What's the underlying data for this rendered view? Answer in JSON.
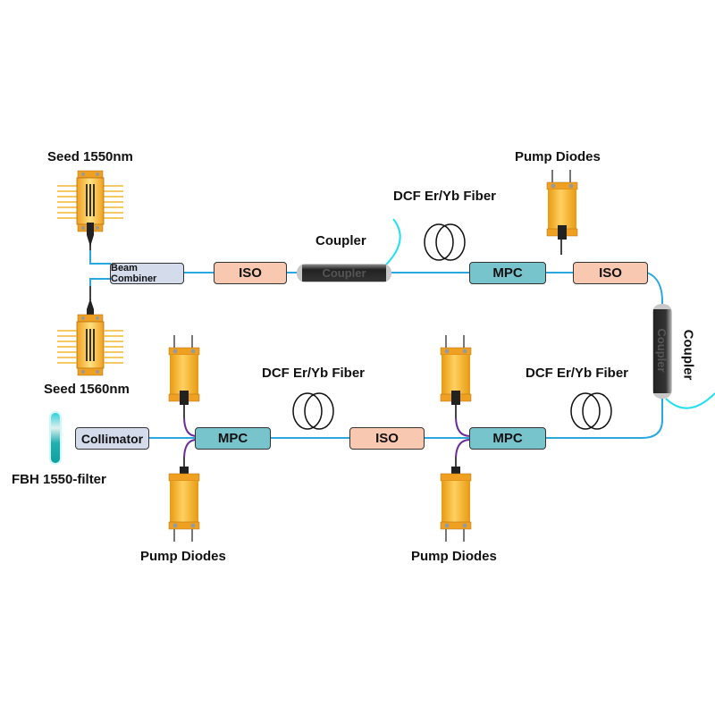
{
  "diagram": {
    "title": "Fiber laser amplifier setup",
    "colors": {
      "fiber": "#29a8e0",
      "coupler_fiber": "#22e0f0",
      "pump_fiber": "#6a2c9a",
      "iso": "#f8c8b0",
      "mpc": "#78c4cc",
      "grey_box": "#d4dcec",
      "diode_gold": "#f3a824"
    },
    "labels": {
      "seed1": "Seed 1550nm",
      "seed2": "Seed 1560nm",
      "coupler_top": "Coupler",
      "coupler_right": "Coupler",
      "dcf_top": "DCF Er/Yb Fiber",
      "dcf_mid_left": "DCF Er/Yb Fiber",
      "dcf_mid_right": "DCF Er/Yb Fiber",
      "pump_top": "Pump Diodes",
      "pump_bottom_left": "Pump Diodes",
      "pump_bottom_right": "Pump Diodes",
      "filter": "FBH 1550-filter"
    },
    "components": {
      "beam_combiner": "Beam Combiner",
      "iso_top_left": "ISO",
      "coupler_inline_top": "Coupler",
      "mpc_top": "MPC",
      "iso_top_right": "ISO",
      "coupler_inline_right": "Coupler",
      "collimator": "Collimator",
      "mpc_bottom_left": "MPC",
      "iso_bottom": "ISO",
      "mpc_bottom_right": "MPC"
    }
  }
}
